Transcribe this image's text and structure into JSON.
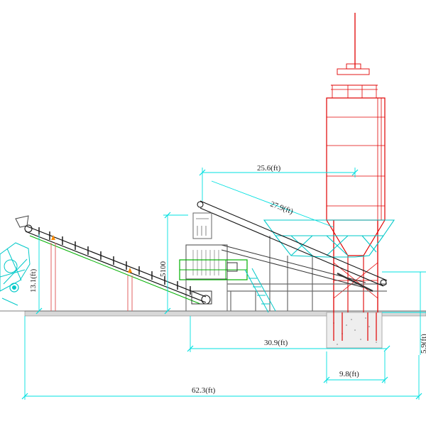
{
  "dimensions": {
    "belt_length": "25.6(ft)",
    "conveyor_incline": "27.9(ft)",
    "discharge_height": "13.1(ft)",
    "mixer_height": "5100",
    "silo_to_plant": "30.9(ft)",
    "pit_depth": "5.9(ft)",
    "silo_base": "9.8(ft)",
    "total_length": "62.3(ft)"
  },
  "colors": {
    "dimension": "#00e0e0",
    "silo": "#e00000",
    "structure": "#6a6a6a",
    "conveyor": "#111111",
    "frame_accent": "#00b000",
    "hopper": "#00c8c8",
    "marker": "#ff8c00",
    "ground": "#c8c8c8"
  }
}
